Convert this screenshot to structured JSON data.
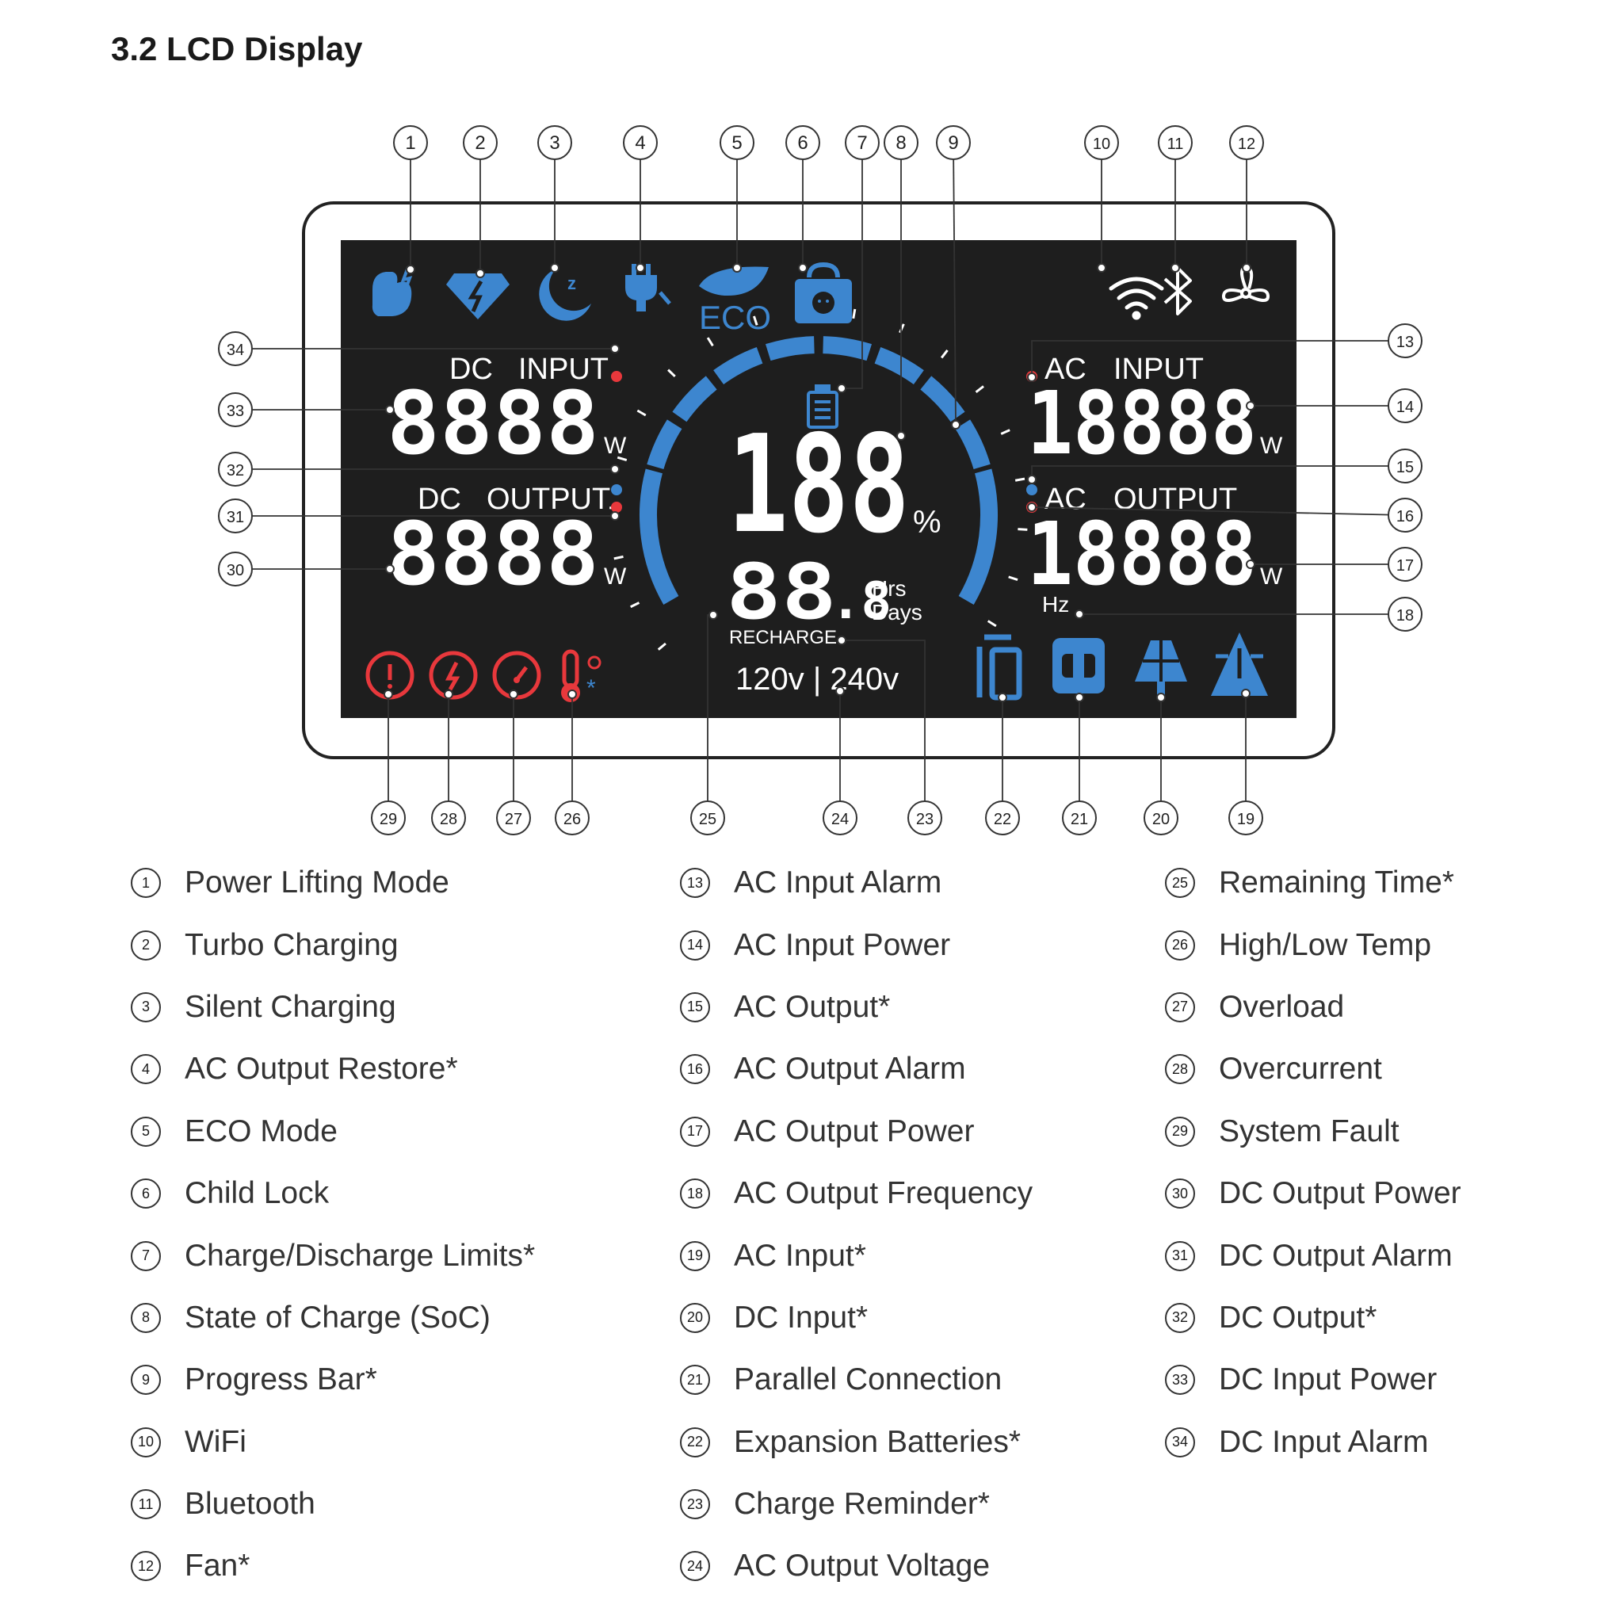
{
  "section_title": "3.2 LCD Display",
  "lcd": {
    "dc_input_label": [
      "DC",
      "INPUT"
    ],
    "dc_output_label": [
      "DC",
      "OUTPUT"
    ],
    "ac_input_label": [
      "AC",
      "INPUT"
    ],
    "ac_output_label": [
      "AC",
      "OUTPUT"
    ],
    "dc_input_value": "8888",
    "dc_output_value": "8888",
    "ac_input_value": "18888",
    "ac_output_value": "18888",
    "watt_unit": "W",
    "soc_value": "188",
    "soc_unit": "%",
    "time_value": "88",
    "time_decimal": ".8",
    "hrs_label": "Hrs",
    "days_label": "Days",
    "recharge_label": "RECHARGE",
    "voltage_label": "120v | 240v",
    "hz_label": "Hz",
    "eco_label": "ECO"
  },
  "callouts": [
    "1",
    "2",
    "3",
    "4",
    "5",
    "6",
    "7",
    "8",
    "9",
    "10",
    "11",
    "12",
    "13",
    "14",
    "15",
    "16",
    "17",
    "18",
    "19",
    "20",
    "21",
    "22",
    "23",
    "24",
    "25",
    "26",
    "27",
    "28",
    "29",
    "30",
    "31",
    "32",
    "33",
    "34"
  ],
  "legend": {
    "col1": [
      {
        "num": "1",
        "label": "Power Lifting Mode"
      },
      {
        "num": "2",
        "label": "Turbo Charging"
      },
      {
        "num": "3",
        "label": "Silent Charging"
      },
      {
        "num": "4",
        "label": "AC Output Restore*"
      },
      {
        "num": "5",
        "label": "ECO Mode"
      },
      {
        "num": "6",
        "label": "Child Lock"
      },
      {
        "num": "7",
        "label": "Charge/Discharge Limits*"
      },
      {
        "num": "8",
        "label": "State of Charge (SoC)"
      },
      {
        "num": "9",
        "label": "Progress Bar*"
      },
      {
        "num": "10",
        "label": "WiFi"
      },
      {
        "num": "11",
        "label": "Bluetooth"
      },
      {
        "num": "12",
        "label": "Fan*"
      }
    ],
    "col2": [
      {
        "num": "13",
        "label": "AC Input Alarm"
      },
      {
        "num": "14",
        "label": "AC Input Power"
      },
      {
        "num": "15",
        "label": "AC Output*"
      },
      {
        "num": "16",
        "label": "AC Output Alarm"
      },
      {
        "num": "17",
        "label": "AC Output Power"
      },
      {
        "num": "18",
        "label": "AC Output Frequency"
      },
      {
        "num": "19",
        "label": "AC Input*"
      },
      {
        "num": "20",
        "label": "DC Input*"
      },
      {
        "num": "21",
        "label": "Parallel Connection"
      },
      {
        "num": "22",
        "label": "Expansion Batteries*"
      },
      {
        "num": "23",
        "label": "Charge Reminder*"
      },
      {
        "num": "24",
        "label": "AC Output Voltage"
      }
    ],
    "col3": [
      {
        "num": "25",
        "label": "Remaining Time*"
      },
      {
        "num": "26",
        "label": "High/Low Temp"
      },
      {
        "num": "27",
        "label": "Overload"
      },
      {
        "num": "28",
        "label": "Overcurrent"
      },
      {
        "num": "29",
        "label": "System Fault"
      },
      {
        "num": "30",
        "label": "DC Output Power"
      },
      {
        "num": "31",
        "label": "DC Output Alarm"
      },
      {
        "num": "32",
        "label": "DC Output*"
      },
      {
        "num": "33",
        "label": "DC Input Power"
      },
      {
        "num": "34",
        "label": "DC Input Alarm"
      }
    ]
  },
  "colors": {
    "lcd_bg": "#1e1e1e",
    "accent_blue": "#3d86cf",
    "alarm_red": "#e8383c",
    "segment": "#ffffff"
  },
  "icons": [
    "power-lifting-icon",
    "turbo-charging-icon",
    "silent-charging-icon",
    "ac-output-restore-icon",
    "eco-mode-icon",
    "child-lock-icon",
    "charge-limit-icon",
    "wifi-icon",
    "bluetooth-icon",
    "fan-icon",
    "ac-input-icon",
    "dc-input-icon",
    "parallel-connection-icon",
    "expansion-battery-icon",
    "system-fault-icon",
    "overcurrent-icon",
    "overload-icon",
    "temperature-icon"
  ]
}
